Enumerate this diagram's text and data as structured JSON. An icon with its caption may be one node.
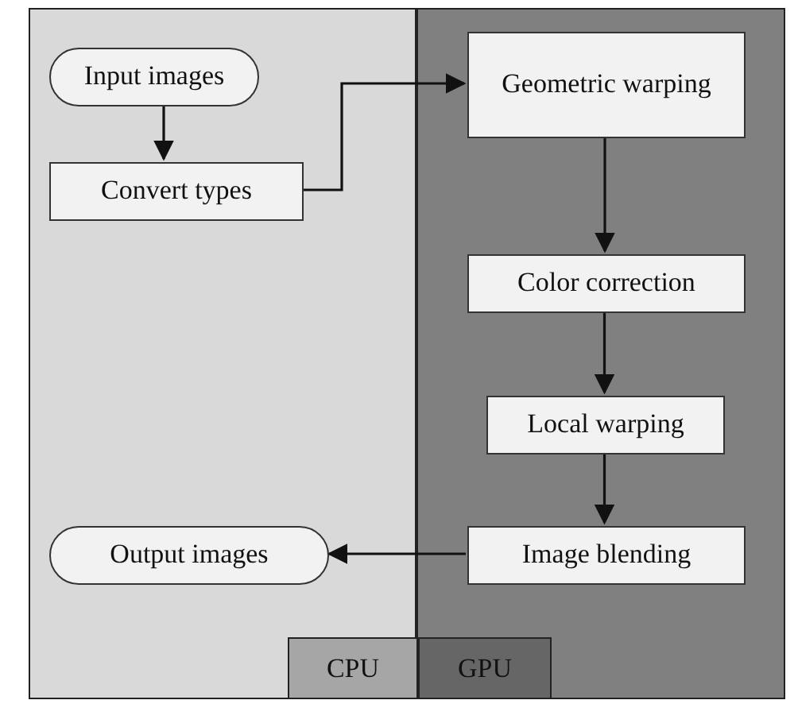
{
  "diagram": {
    "nodes": [
      {
        "text": [
          "CPU"
        ]
      },
      {
        "text": [
          "GPU"
        ]
      },
      {
        "text": [
          "Input images"
        ],
        "in": 0
      },
      {
        "text": [
          "Convert types"
        ],
        "in": 0
      },
      {
        "text": [
          "Geometric warping"
        ],
        "in": 1
      },
      {
        "text": [
          "Color correction"
        ],
        "in": 1
      },
      {
        "text": [
          "Local warping"
        ],
        "in": 1
      },
      {
        "text": [
          "Image blending"
        ],
        "in": 1
      },
      {
        "text": [
          "Output images"
        ],
        "in": 0
      }
    ],
    "edges": [
      {
        "from": 2,
        "to": 3,
        "arrow": "to"
      },
      {
        "from": 3,
        "to": 4,
        "arrow": "to"
      },
      {
        "from": 4,
        "to": 5,
        "arrow": "to"
      },
      {
        "from": 5,
        "to": 6,
        "arrow": "to"
      },
      {
        "from": 6,
        "to": 7,
        "arrow": "to"
      },
      {
        "from": 7,
        "to": 8,
        "arrow": "to"
      }
    ]
  }
}
